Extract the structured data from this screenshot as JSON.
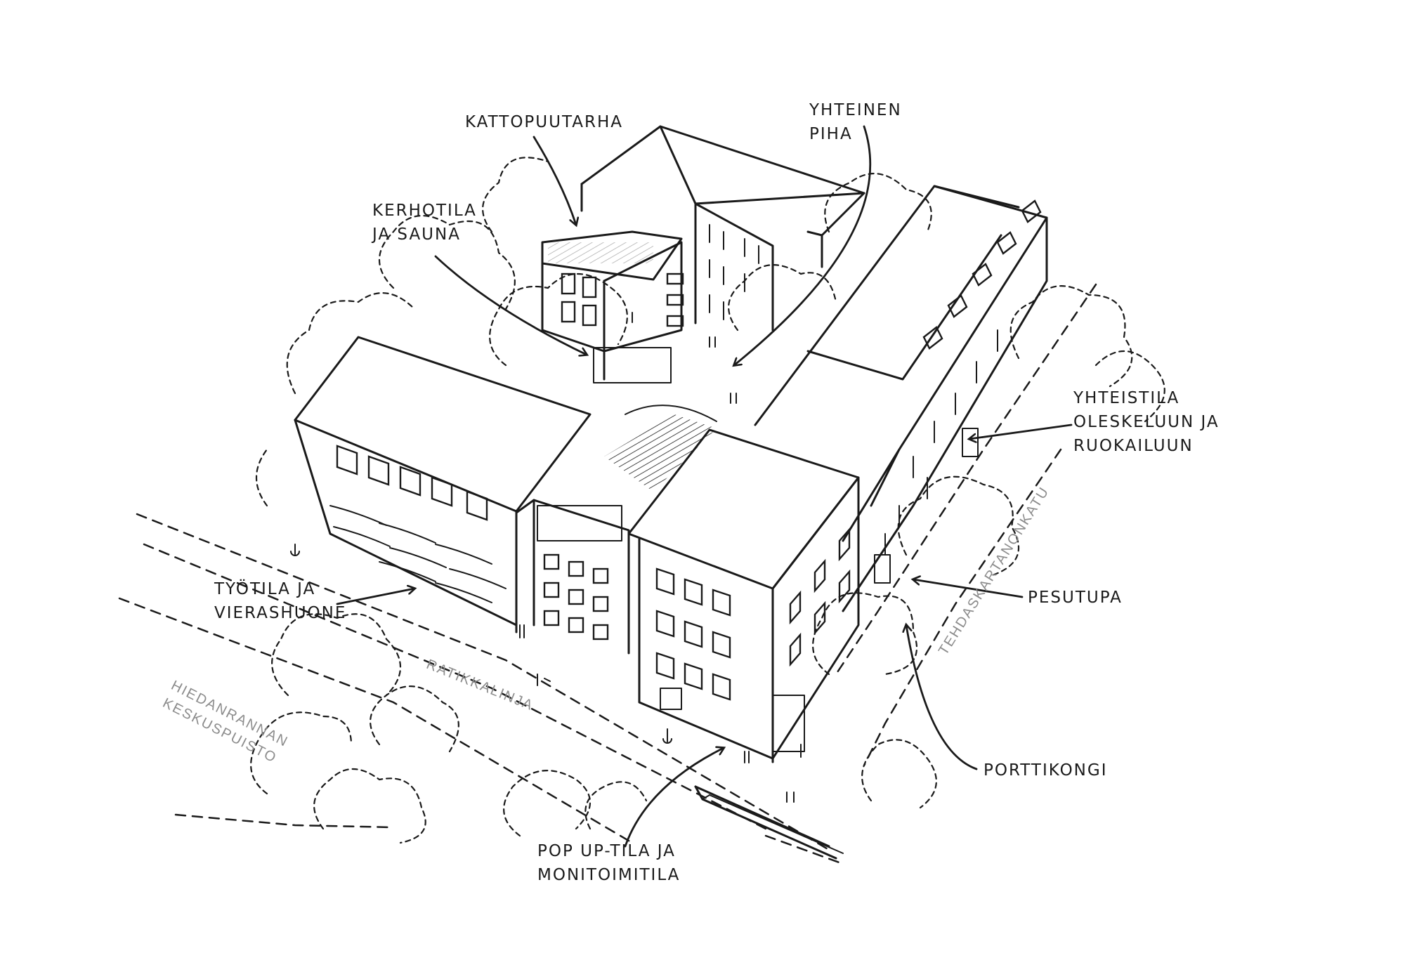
{
  "labels": {
    "kattopuutarha": "KATTOPUUTARHA",
    "yhteinen_piha_1": "YHTEINEN",
    "yhteinen_piha_2": "PIHA",
    "kerhotila_1": "KERHOTILA",
    "kerhotila_2": "JA SAUNA",
    "yhteistila_1": "YHTEISTILA",
    "yhteistila_2": "OLESKELUUN JA",
    "yhteistila_3": "RUOKAILUUN",
    "tyotila_1": "TYÖTILA JA",
    "tyotila_2": "VIERASHUONE",
    "pesutupa": "PESUTUPA",
    "porttikongi": "PORTTIKONGI",
    "popup_1": "POP UP-TILA JA",
    "popup_2": "MONITOIMITILA"
  },
  "streets": {
    "ratikkalinja": "RATIKKALINJA",
    "tehdaskartanonkatu": "TEHDASKARTANONKATU",
    "park_1": "HIEDANRANNAN",
    "park_2": "KESKUSPUISTO"
  },
  "colors": {
    "ink": "#1a1a1a",
    "street_text": "#8c8c8c",
    "background": "#ffffff"
  }
}
